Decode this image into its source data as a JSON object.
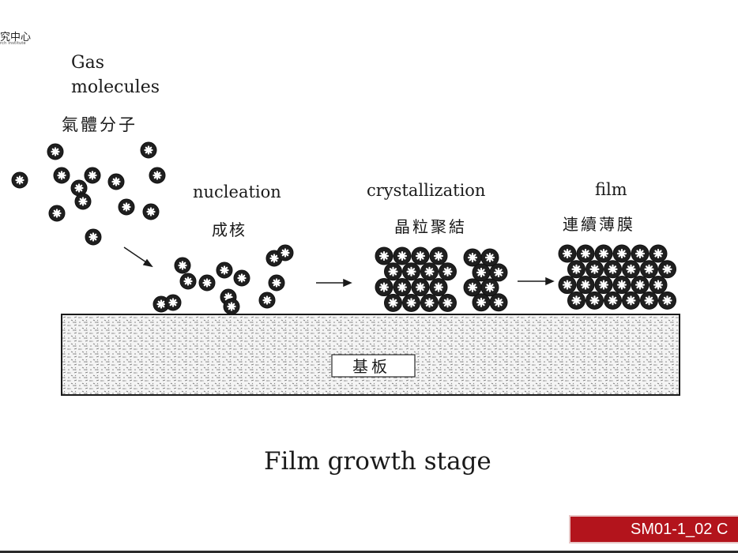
{
  "logo": {
    "name": "究中心",
    "sub": "rch Institute"
  },
  "labels": {
    "gas_en_1": "Gas",
    "gas_en_2": "molecules",
    "gas_zh": "氣體分子",
    "nucleation_en": "nucleation",
    "nucleation_zh": "成核",
    "crystallization_en": "crystallization",
    "crystallization_zh": "晶粒聚結",
    "film_en": "film",
    "film_zh": "連續薄膜",
    "substrate_zh": "基板"
  },
  "caption": "Film growth stage",
  "badge": "SM01-1_02 C",
  "colors": {
    "badge_bg": "#b3141c",
    "ink": "#1a1a1a"
  }
}
